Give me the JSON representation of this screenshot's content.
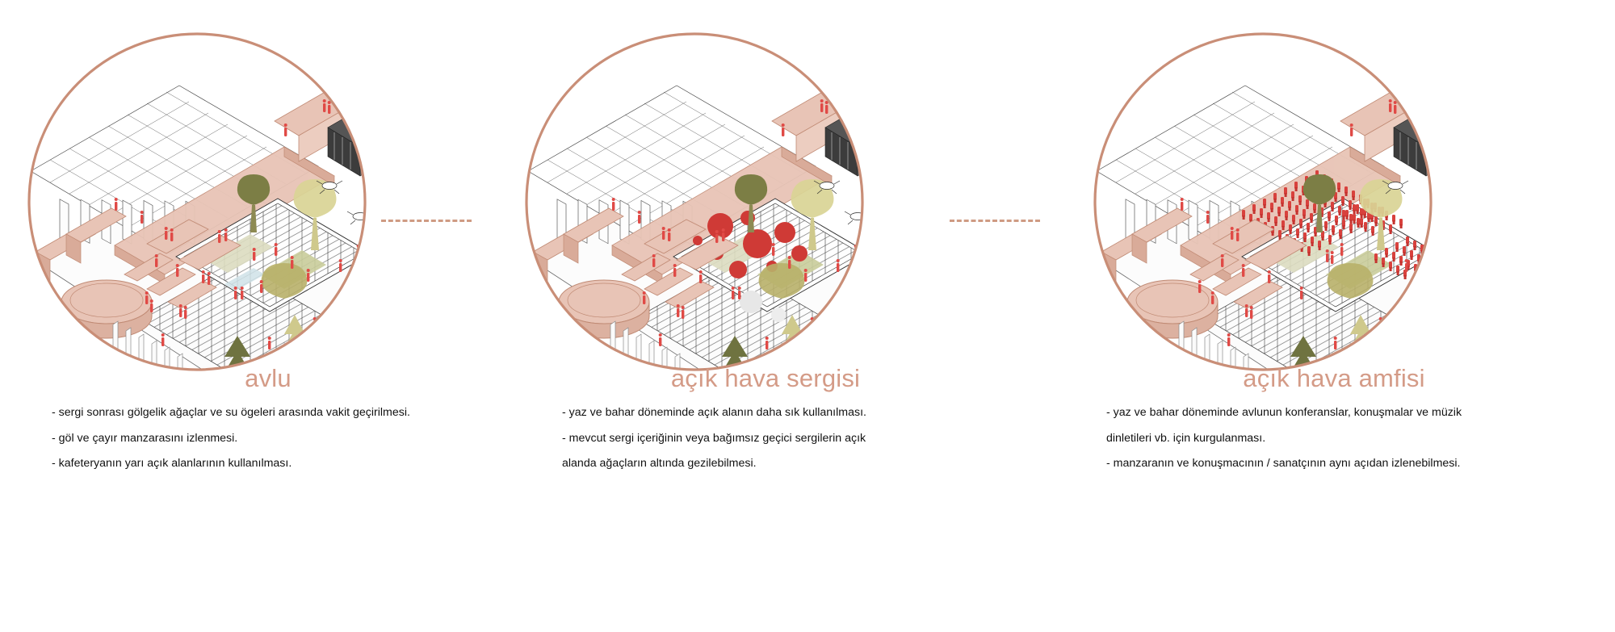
{
  "board": {
    "background_color": "#ffffff",
    "accent_color": "#d49b87",
    "circle_stroke_color": "#c98e77",
    "connector_color": "#cf9b83",
    "figure_color": "#e04a46",
    "mass_fill_color": "#e8c4b6",
    "tree_green_color": "#7c7e45",
    "tree_yellow_color": "#d9d495",
    "line_color": "#3a3a3a"
  },
  "panels": [
    {
      "id": "avlu",
      "title": "avlu",
      "bullets": [
        "- sergi sonrası  gölgelik ağaçlar ve su ögeleri arasında vakit geçirilmesi.",
        "- göl ve çayır manzarasını izlenmesi.",
        "- kafeteryanın  yarı açık alanlarının kullanılması."
      ],
      "scene": {
        "name": "courtyard-axonometric",
        "has_amphitheatre_seating": false,
        "has_exhibition_spheres": false,
        "tree_count": 6,
        "figure_count": 28
      }
    },
    {
      "id": "acik-hava-sergisi",
      "title": "açık hava sergisi",
      "bullets": [
        "- yaz ve bahar döneminde açık alanın daha sık kullanılması.",
        "- mevcut sergi içeriğinin veya bağımsız geçici sergilerin açık",
        "alanda ağaçların altında gezilebilmesi."
      ],
      "scene": {
        "name": "open-air-exhibition-axonometric",
        "has_amphitheatre_seating": false,
        "has_exhibition_spheres": true,
        "sphere_count": 9,
        "tree_count": 6,
        "figure_count": 26
      }
    },
    {
      "id": "acik-hava-amfisi",
      "title": "açık hava amfisi",
      "bullets": [
        "- yaz ve bahar döneminde avlunun konferanslar, konuşmalar ve müzik",
        "dinletileri vb. için kurgulanması.",
        "- manzaranın ve konuşmacının / sanatçının aynı açıdan izlenebilmesi."
      ],
      "scene": {
        "name": "open-air-amphitheatre-axonometric",
        "has_amphitheatre_seating": true,
        "has_exhibition_spheres": false,
        "seating_row_count": 8,
        "tree_count": 6,
        "figure_count": 24
      }
    }
  ],
  "connectors": [
    {
      "name": "connector-avlu-to-sergi",
      "style": "dashed"
    },
    {
      "name": "connector-sergi-to-amfi",
      "style": "dashed"
    }
  ]
}
